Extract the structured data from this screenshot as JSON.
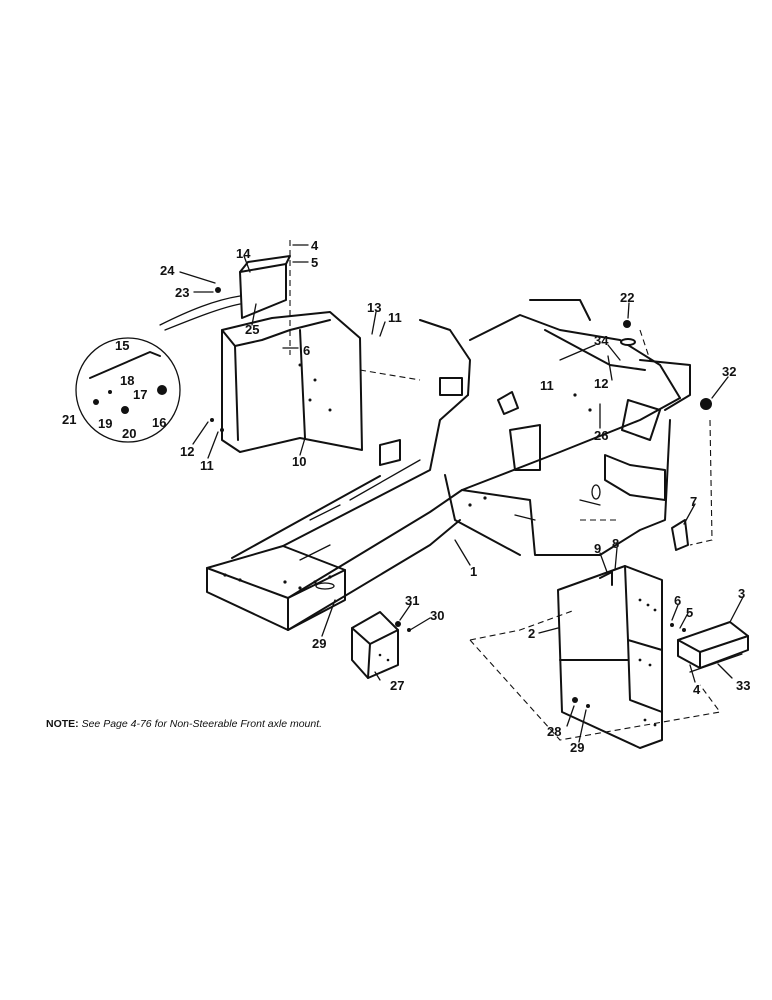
{
  "callouts": [
    {
      "id": "c1",
      "text": "1"
    },
    {
      "id": "c2",
      "text": "2"
    },
    {
      "id": "c3",
      "text": "3"
    },
    {
      "id": "c4a",
      "text": "4"
    },
    {
      "id": "c4b",
      "text": "4"
    },
    {
      "id": "c5a",
      "text": "5"
    },
    {
      "id": "c5b",
      "text": "5"
    },
    {
      "id": "c6a",
      "text": "6"
    },
    {
      "id": "c6b",
      "text": "6"
    },
    {
      "id": "c7",
      "text": "7"
    },
    {
      "id": "c8",
      "text": "8"
    },
    {
      "id": "c9",
      "text": "9"
    },
    {
      "id": "c10",
      "text": "10"
    },
    {
      "id": "c11a",
      "text": "11"
    },
    {
      "id": "c11b",
      "text": "11"
    },
    {
      "id": "c11c",
      "text": "11"
    },
    {
      "id": "c12a",
      "text": "12"
    },
    {
      "id": "c12b",
      "text": "12"
    },
    {
      "id": "c13",
      "text": "13"
    },
    {
      "id": "c14",
      "text": "14"
    },
    {
      "id": "c15",
      "text": "15"
    },
    {
      "id": "c16",
      "text": "16"
    },
    {
      "id": "c17",
      "text": "17"
    },
    {
      "id": "c18",
      "text": "18"
    },
    {
      "id": "c19",
      "text": "19"
    },
    {
      "id": "c20",
      "text": "20"
    },
    {
      "id": "c21",
      "text": "21"
    },
    {
      "id": "c22",
      "text": "22"
    },
    {
      "id": "c23",
      "text": "23"
    },
    {
      "id": "c24",
      "text": "24"
    },
    {
      "id": "c25",
      "text": "25"
    },
    {
      "id": "c26",
      "text": "26"
    },
    {
      "id": "c27",
      "text": "27"
    },
    {
      "id": "c28",
      "text": "28"
    },
    {
      "id": "c29a",
      "text": "29"
    },
    {
      "id": "c29b",
      "text": "29"
    },
    {
      "id": "c30",
      "text": "30"
    },
    {
      "id": "c31",
      "text": "31"
    },
    {
      "id": "c32",
      "text": "32"
    },
    {
      "id": "c33",
      "text": "33"
    },
    {
      "id": "c34",
      "text": "34"
    }
  ],
  "note": {
    "label": "NOTE:",
    "text": "See Page 4-76 for Non-Steerable Front axle mount."
  }
}
